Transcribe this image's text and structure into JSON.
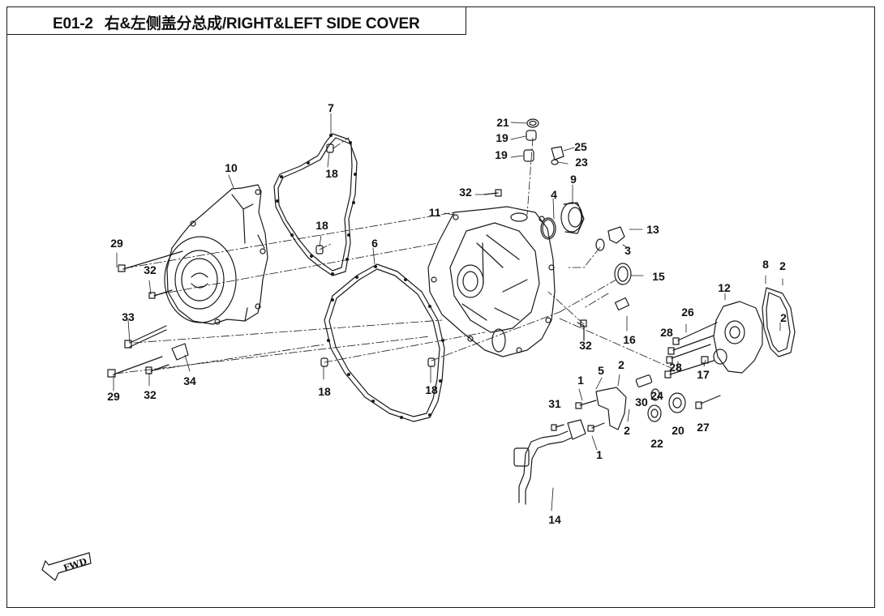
{
  "title": {
    "code": "E01-2",
    "name": "右&左侧盖分总成/RIGHT&LEFT SIDE COVER"
  },
  "direction_badge": "FWD",
  "callouts": [
    "1",
    "1",
    "2",
    "2",
    "2",
    "2",
    "3",
    "4",
    "5",
    "6",
    "7",
    "8",
    "9",
    "10",
    "11",
    "12",
    "13",
    "14",
    "15",
    "16",
    "17",
    "18",
    "18",
    "18",
    "18",
    "19",
    "19",
    "20",
    "21",
    "22",
    "23",
    "24",
    "25",
    "26",
    "27",
    "28",
    "28",
    "29",
    "29",
    "30",
    "31",
    "32",
    "32",
    "32",
    "32",
    "33",
    "34"
  ],
  "colors": {
    "line": "#1a1a1a",
    "background": "#ffffff"
  }
}
